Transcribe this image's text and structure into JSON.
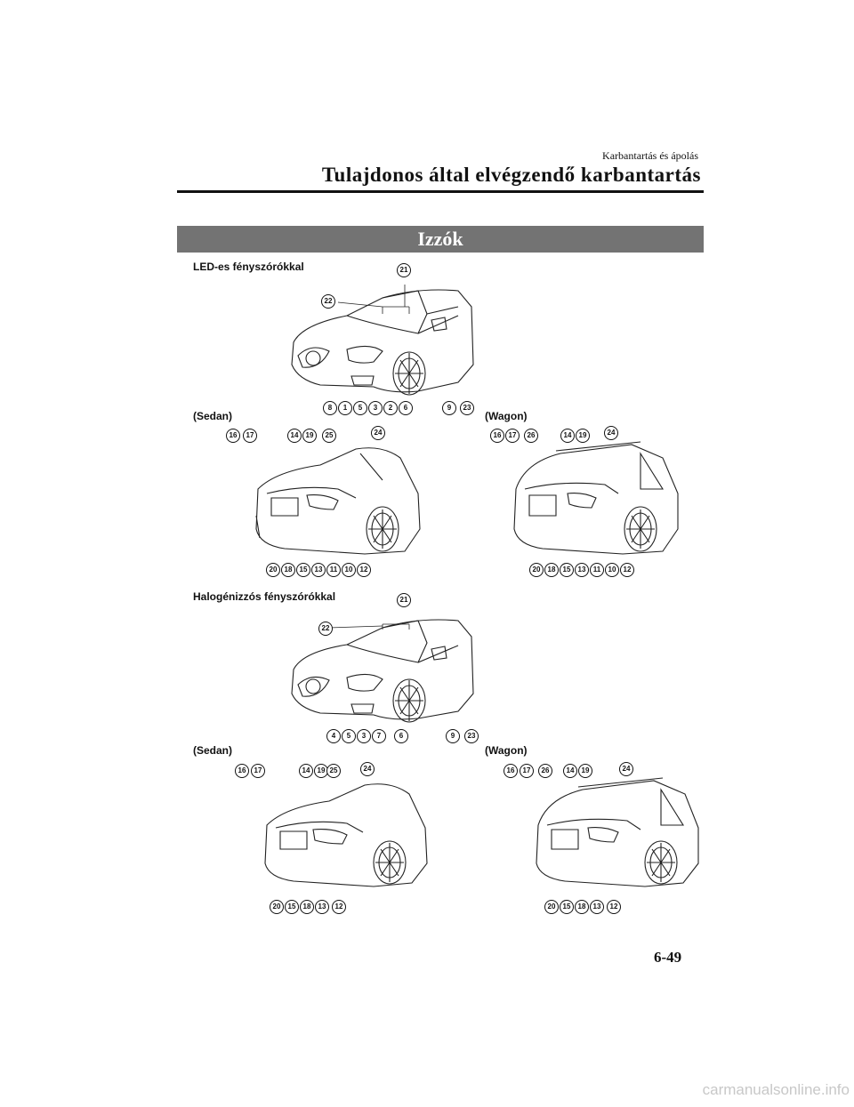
{
  "header": {
    "section": "Karbantartás és ápolás",
    "title": "Tulajdonos által elvégzendő karbantartás"
  },
  "band_title": "Izzók",
  "led": {
    "label": "LED-es fényszórókkal",
    "front_callouts": [
      "21",
      "22",
      "8",
      "1",
      "5",
      "3",
      "2",
      "6",
      "9",
      "23"
    ],
    "sedan_label": "(Sedan)",
    "sedan_callouts": [
      "16",
      "17",
      "14",
      "19",
      "25",
      "24",
      "20",
      "18",
      "15",
      "13",
      "11",
      "10",
      "12"
    ],
    "wagon_label": "(Wagon)",
    "wagon_callouts": [
      "16",
      "17",
      "26",
      "14",
      "19",
      "24",
      "20",
      "18",
      "15",
      "13",
      "11",
      "10",
      "12"
    ]
  },
  "halogen": {
    "label": "Halogénizzós fényszórókkal",
    "front_callouts": [
      "21",
      "22",
      "4",
      "5",
      "3",
      "7",
      "6",
      "9",
      "23"
    ],
    "sedan_label": "(Sedan)",
    "sedan_callouts": [
      "16",
      "17",
      "14",
      "19",
      "25",
      "24",
      "20",
      "15",
      "18",
      "13",
      "12"
    ],
    "wagon_label": "(Wagon)",
    "wagon_callouts": [
      "16",
      "17",
      "26",
      "14",
      "19",
      "24",
      "20",
      "15",
      "18",
      "13",
      "12"
    ]
  },
  "page_number": "6-49",
  "watermark": "carmanualsonline.info"
}
